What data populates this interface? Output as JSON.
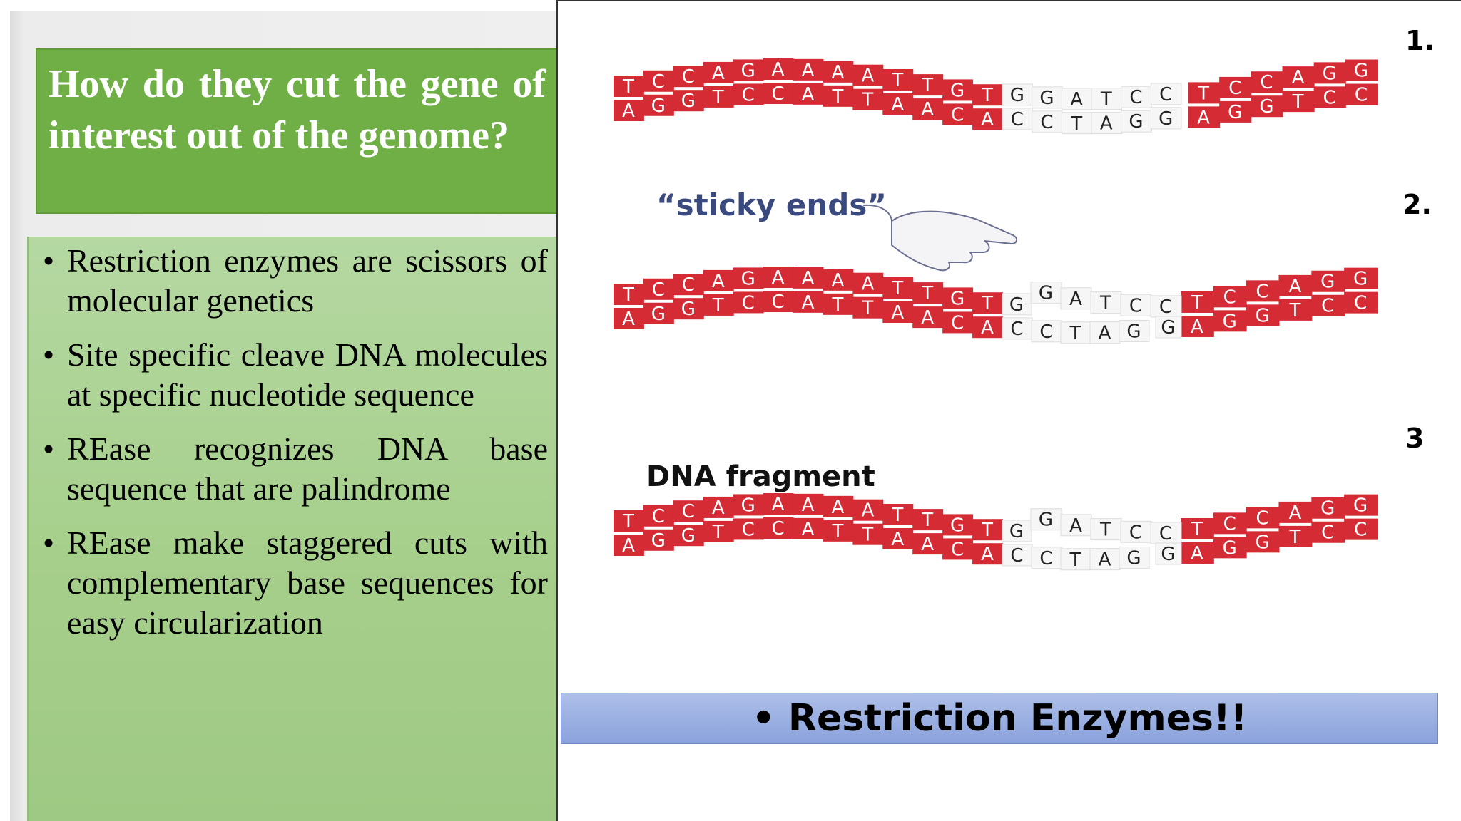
{
  "slide": {
    "title": "How do they cut the gene of interest out of the genome?",
    "bullets": [
      "Restriction enzymes are scissors of molecular genetics",
      "Site specific cleave DNA molecules at specific nucleotide sequence",
      "REase recognizes DNA base sequence that are palindrome",
      "REase make staggered cuts with complementary base sequences for easy circularization"
    ],
    "bullet_symbol": "•",
    "banner": "• Restriction Enzymes!!"
  },
  "figure": {
    "step_labels": [
      "1.",
      "2.",
      "3"
    ],
    "sticky_label": "“sticky ends”",
    "fragment_label": "DNA fragment",
    "top_strand_left": [
      "T",
      "C",
      "C",
      "A",
      "G",
      "A",
      "A",
      "A",
      "A",
      "T",
      "T",
      "G",
      "T"
    ],
    "top_strand_mid": [
      "G",
      "G",
      "A",
      "T",
      "C",
      "C"
    ],
    "top_strand_right": [
      "T",
      "C",
      "C",
      "A",
      "G",
      "G"
    ],
    "bottom_strand_left": [
      "A",
      "G",
      "G",
      "T",
      "C",
      "C",
      "A",
      "T",
      "T",
      "A",
      "A",
      "C",
      "A"
    ],
    "bottom_strand_mid": [
      "C",
      "C",
      "T",
      "A",
      "G",
      "G"
    ],
    "bottom_strand_right": [
      "A",
      "G",
      "G",
      "T",
      "C",
      "C"
    ],
    "colors": {
      "strand_red": "#d42b35",
      "strand_white": "#f6f6f6",
      "title_green": "#6faf46",
      "banner_blue": "#9db0e2"
    }
  }
}
